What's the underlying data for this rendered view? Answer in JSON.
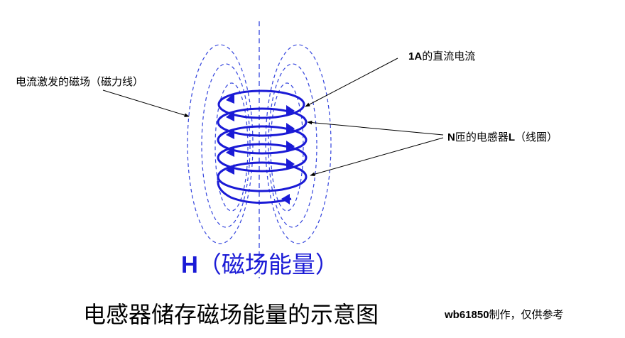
{
  "labels": {
    "field_lines": "电流激发的磁场（磁力线）",
    "dc_current_prefix": "1A",
    "dc_current_suffix": "的直流电流",
    "inductor_prefix": "N",
    "inductor_middle": "匝的电感器",
    "inductor_l": "L",
    "inductor_suffix": "（线圈）",
    "energy_h": "H",
    "energy_suffix": "（磁场能量）"
  },
  "title": "电感器储存磁场能量的示意图",
  "credit": {
    "author": "wb61850",
    "note": "制作，仅供参考"
  },
  "colors": {
    "coil": "#1a1ad6",
    "field_lines": "#3344dd",
    "axis": "#3344dd",
    "annotation": "#000000"
  }
}
